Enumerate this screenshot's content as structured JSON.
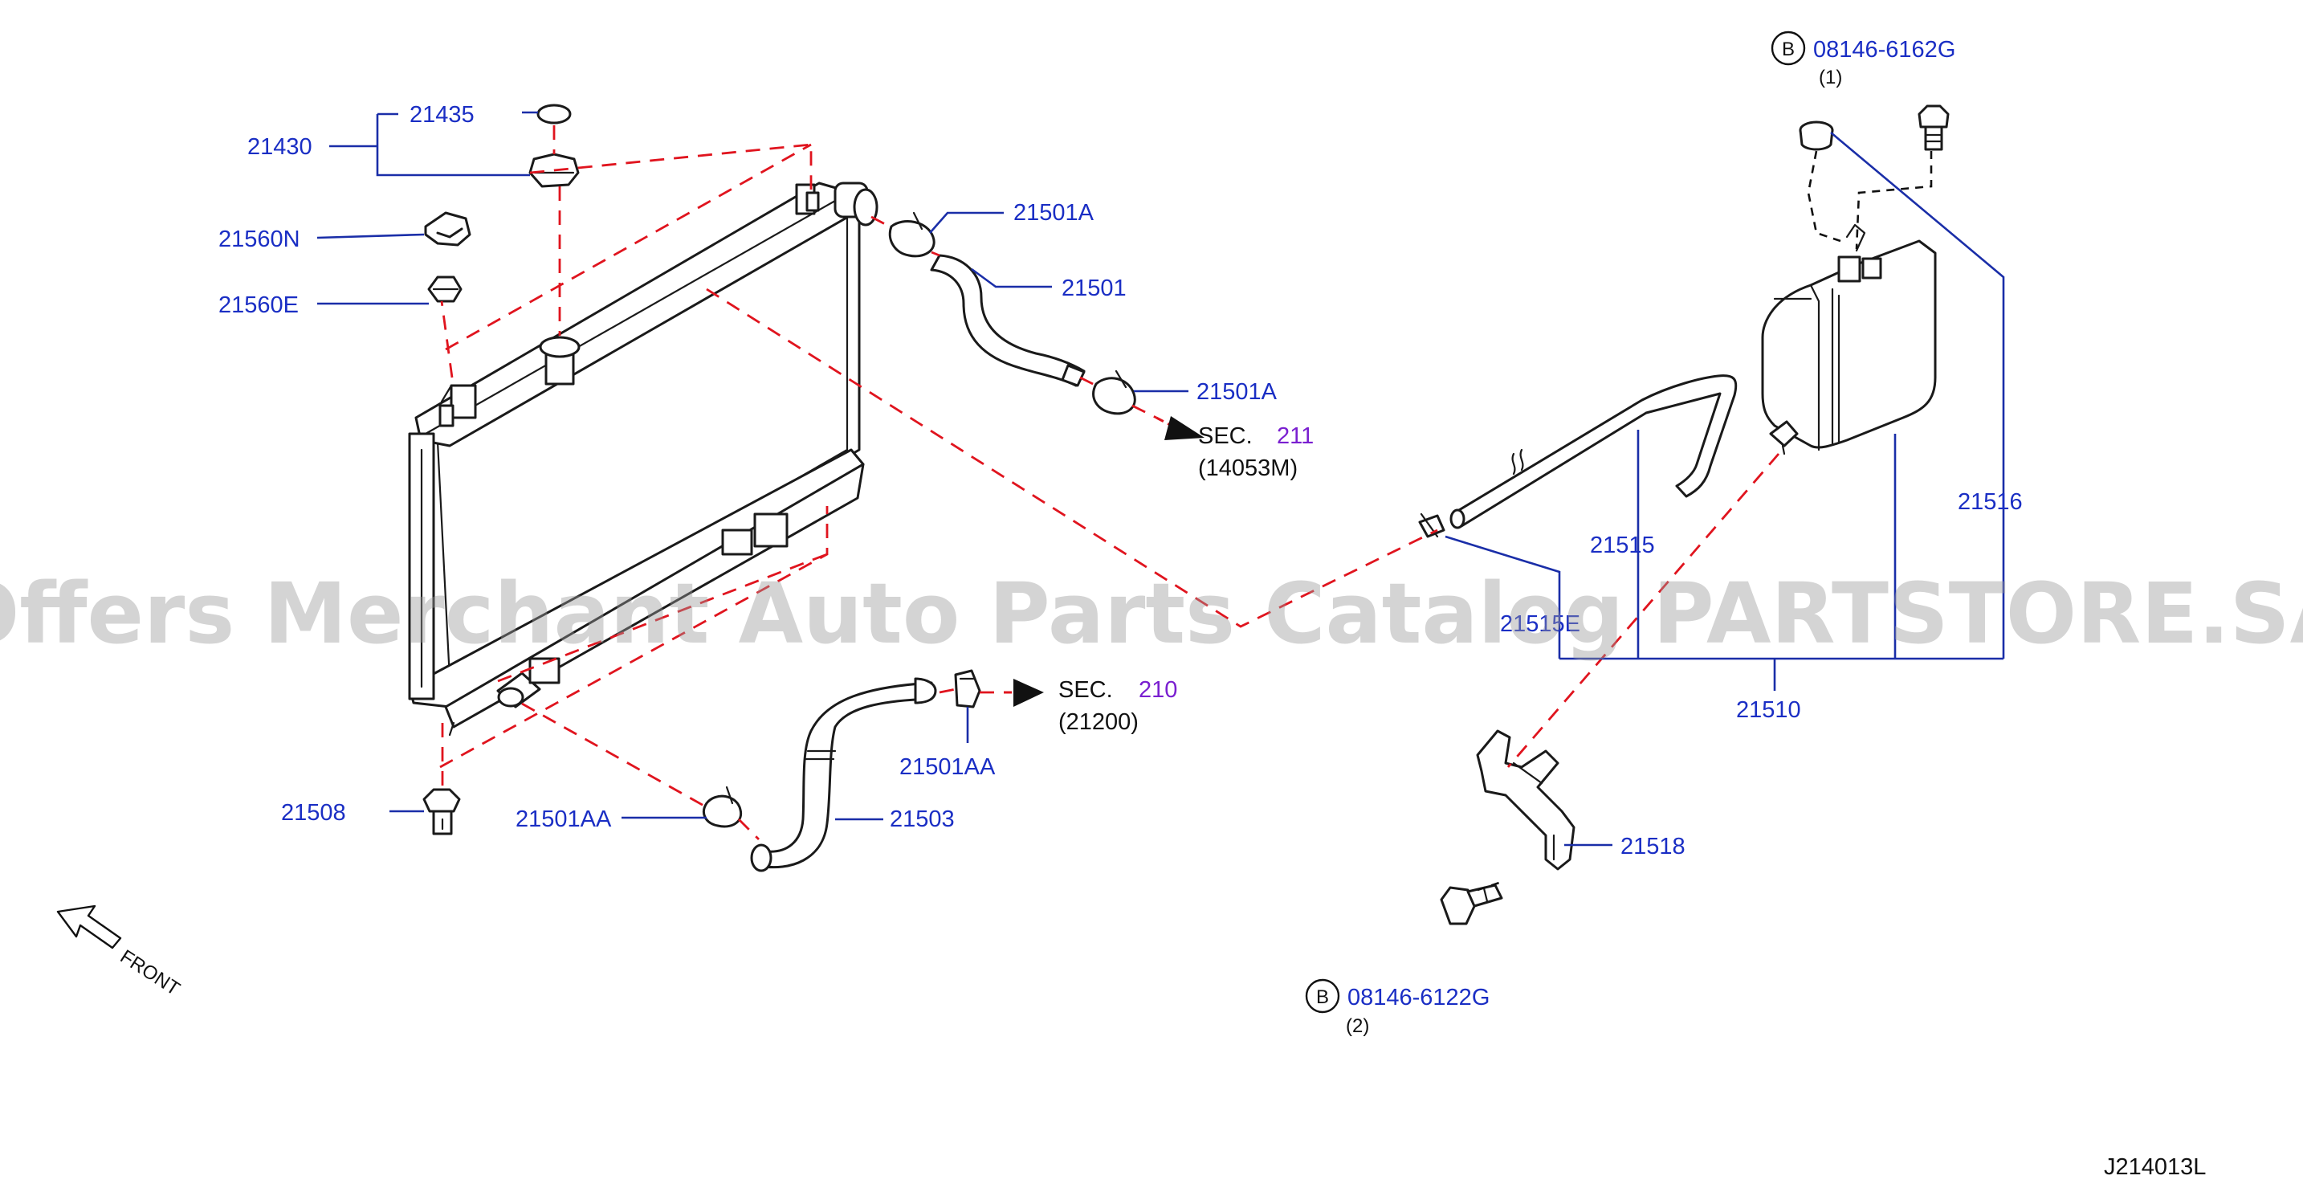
{
  "parts": {
    "p21435": "21435",
    "p21430": "21430",
    "p21560N": "21560N",
    "p21560E": "21560E",
    "p21501A_top": "21501A",
    "p21501": "21501",
    "p21501A_bottom": "21501A",
    "p21508": "21508",
    "p21501AA_left": "21501AA",
    "p21503": "21503",
    "p21501AA_right": "21501AA",
    "p21515": "21515",
    "p21515E": "21515E",
    "p21516": "21516",
    "p21510": "21510",
    "p21518": "21518"
  },
  "references": {
    "sec211": {
      "prefix": "SEC.",
      "number": "211",
      "detail": "(14053M)"
    },
    "sec210": {
      "prefix": "SEC.",
      "number": "210",
      "detail": "(21200)"
    }
  },
  "bolts": {
    "top": {
      "badge": "B",
      "part": "08146-6162G",
      "qty": "(1)"
    },
    "bottom": {
      "badge": "B",
      "part": "08146-6122G",
      "qty": "(2)"
    }
  },
  "direction_label": "FRONT",
  "watermark": "Offers Merchant Auto Parts Catalog PARTSTORE.SA",
  "diagram_code": "J214013L",
  "colors": {
    "part_number": "#1a2ec4",
    "section_number": "#7a1fd0",
    "dashed_line": "#e0141e",
    "leader_line": "#1a2ea8"
  }
}
